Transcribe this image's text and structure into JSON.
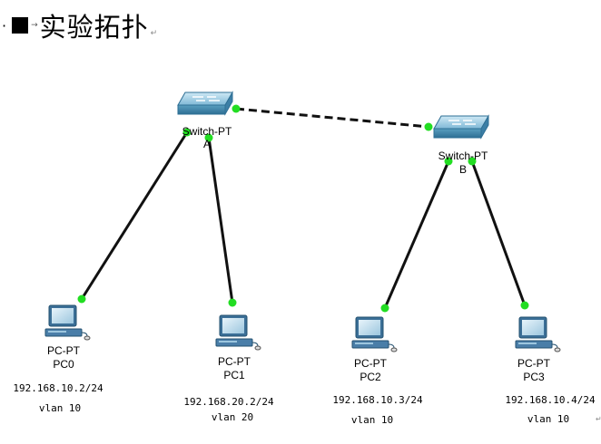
{
  "heading": {
    "bullet": "·",
    "square": "■",
    "title": "实验拓扑"
  },
  "switches": [
    {
      "id": "A",
      "type": "Switch-PT",
      "name": "A"
    },
    {
      "id": "B",
      "type": "Switch-PT",
      "name": "B"
    }
  ],
  "pcs": [
    {
      "id": "PC0",
      "type": "PC-PT",
      "name": "PC0",
      "ip": "192.168.10.2/24",
      "vlan": "vlan 10"
    },
    {
      "id": "PC1",
      "type": "PC-PT",
      "name": "PC1",
      "ip": "192.168.20.2/24",
      "vlan": "vlan 20"
    },
    {
      "id": "PC2",
      "type": "PC-PT",
      "name": "PC2",
      "ip": "192.168.10.3/24",
      "vlan": "vlan 10"
    },
    {
      "id": "PC3",
      "type": "PC-PT",
      "name": "PC3",
      "ip": "192.168.10.4/24",
      "vlan": "vlan 10"
    }
  ],
  "links": [
    {
      "from": "A",
      "to": "B",
      "style": "crossover-dashed"
    },
    {
      "from": "A",
      "to": "PC0",
      "style": "straight"
    },
    {
      "from": "A",
      "to": "PC1",
      "style": "straight"
    },
    {
      "from": "B",
      "to": "PC2",
      "style": "straight"
    },
    {
      "from": "B",
      "to": "PC3",
      "style": "straight"
    }
  ],
  "colors": {
    "link": "#111111",
    "port": "#22dd22",
    "switch": "#5a9fc0",
    "pc": "#4a7ea8"
  },
  "icons": {
    "switch": "switch-icon",
    "pc": "pc-icon"
  }
}
